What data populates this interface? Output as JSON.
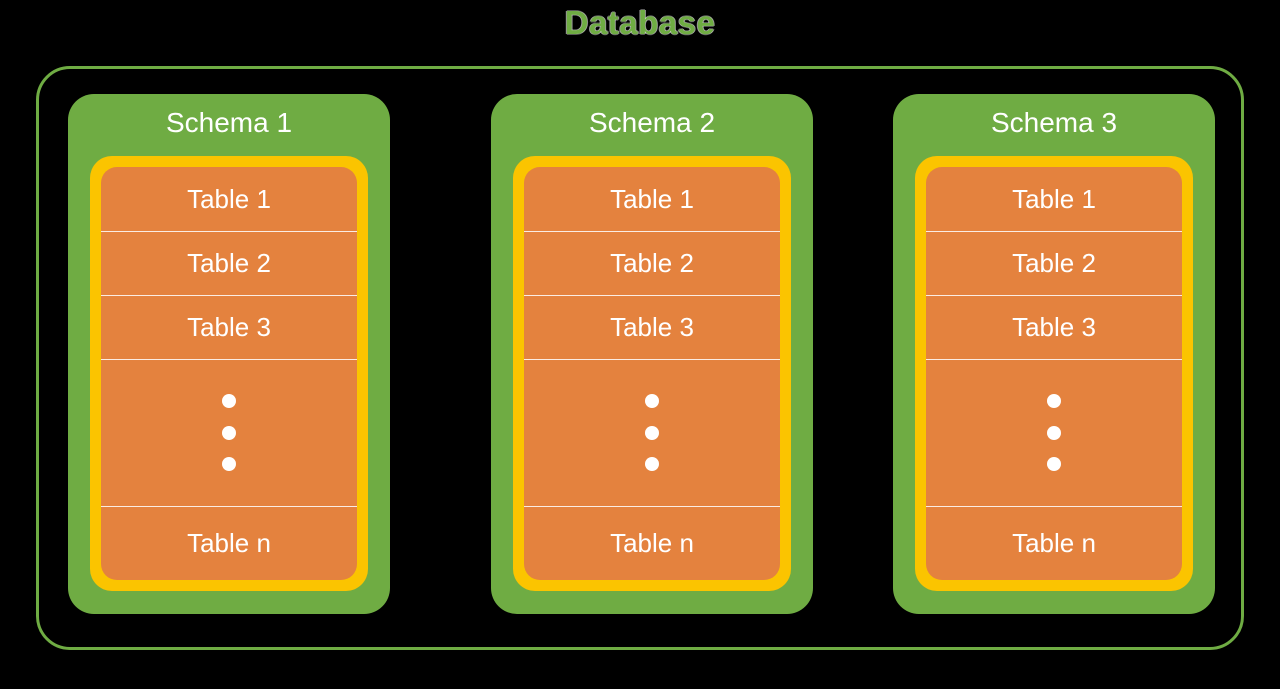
{
  "diagram": {
    "type": "nested-container-diagram",
    "title": "Database",
    "title_color": "#6FAC43",
    "background_color": "#000000",
    "colors": {
      "database_border": "#6FAC43",
      "schema_fill": "#6FAC43",
      "table_ring": "#FBC400",
      "table_fill": "#E4823E",
      "text": "#FFFFFF",
      "divider": "#FFFFFF"
    }
  },
  "schemas": [
    {
      "label": "Schema 1",
      "tables": [
        {
          "label": "Table 1"
        },
        {
          "label": "Table 2"
        },
        {
          "label": "Table 3"
        },
        {
          "label": "",
          "ellipsis": true,
          "dots": 3
        },
        {
          "label": "Table n"
        }
      ]
    },
    {
      "label": "Schema 2",
      "tables": [
        {
          "label": "Table 1"
        },
        {
          "label": "Table 2"
        },
        {
          "label": "Table 3"
        },
        {
          "label": "",
          "ellipsis": true,
          "dots": 3
        },
        {
          "label": "Table n"
        }
      ]
    },
    {
      "label": "Schema 3",
      "tables": [
        {
          "label": "Table 1"
        },
        {
          "label": "Table 2"
        },
        {
          "label": "Table 3"
        },
        {
          "label": "",
          "ellipsis": true,
          "dots": 3
        },
        {
          "label": "Table n"
        }
      ]
    }
  ]
}
